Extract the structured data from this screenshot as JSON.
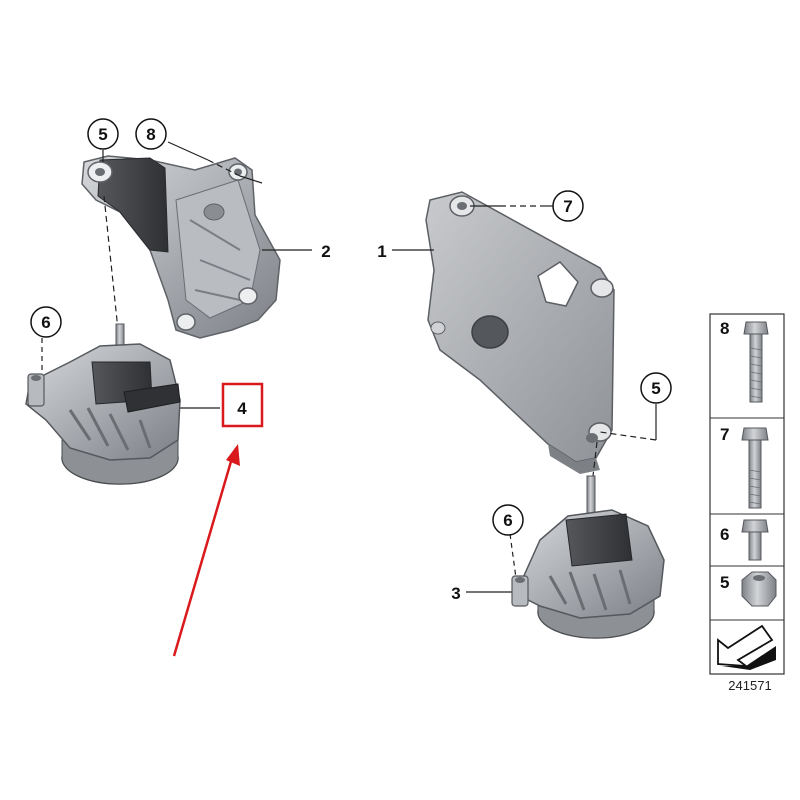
{
  "callouts": {
    "top_left_5": "5",
    "top_left_8": "8",
    "left_6": "6",
    "right_7": "7",
    "right_5": "5",
    "right_6": "6"
  },
  "labels": {
    "part_1": "1",
    "part_2": "2",
    "part_3": "3",
    "part_4": "4"
  },
  "legend": {
    "items": [
      "8",
      "7",
      "6",
      "5"
    ]
  },
  "reference_number": "241571",
  "colors": {
    "highlight": "#d9191c",
    "metal_dark": "#8a8d92",
    "metal_light": "#c9cbcf",
    "rubber": "#3d3f43"
  },
  "icons": {
    "arrow": "red-pointer-arrow",
    "legend_nav": "arrow-icon"
  }
}
